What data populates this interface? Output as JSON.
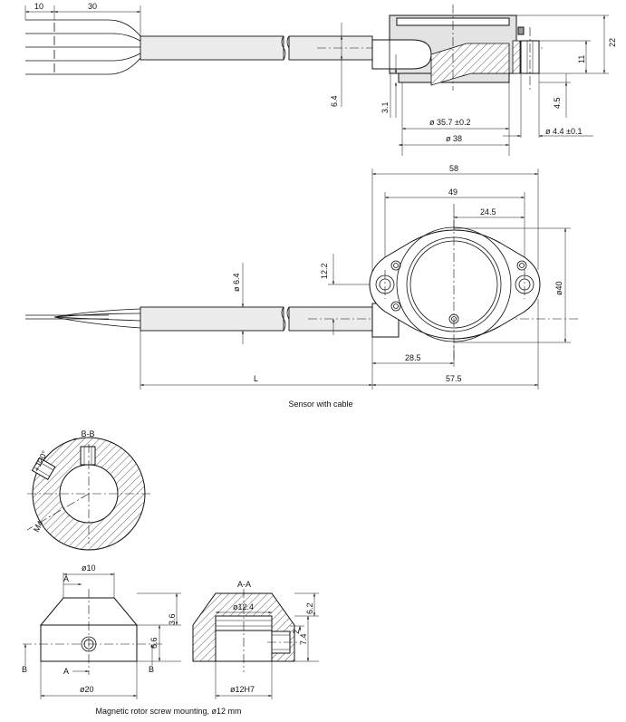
{
  "top_view": {
    "dims": {
      "d10": "10",
      "d30": "30",
      "d22": "22",
      "d11": "11",
      "d6_4": "6.4",
      "d3_1": "3.1",
      "d4_5": "4.5",
      "d35_7": "ø 35.7  ±0.2",
      "d38": "ø 38",
      "d4_4": "ø 4.4  ±0.1"
    }
  },
  "front_view": {
    "dims": {
      "d58": "58",
      "d49": "49",
      "d24_5": "24.5",
      "d40": "ø40",
      "d12_2": "12.2",
      "d6_4": "ø 6.4",
      "d28_5": "28.5",
      "dL": "L",
      "d57_5": "57.5"
    },
    "caption": "Sensor with cable"
  },
  "rotor_section": {
    "title": "B-B",
    "angle": "120°",
    "thread": "M4"
  },
  "rotor_mount": {
    "dims": {
      "d10": "ø10",
      "d20": "ø20",
      "d3_6": "3.6",
      "d6_6": "6.6",
      "section_a_top": "A",
      "section_a_bottom": "A",
      "section_b_left": "B",
      "section_b_right": "B"
    },
    "section": {
      "title": "A-A",
      "d12_4": "ø12.4",
      "d12h7": "ø12H7",
      "d6_2": "6.2",
      "d7_4": "7.4",
      "d2": "2"
    },
    "caption": "Magnetic rotor screw mounting, ø12 mm"
  }
}
